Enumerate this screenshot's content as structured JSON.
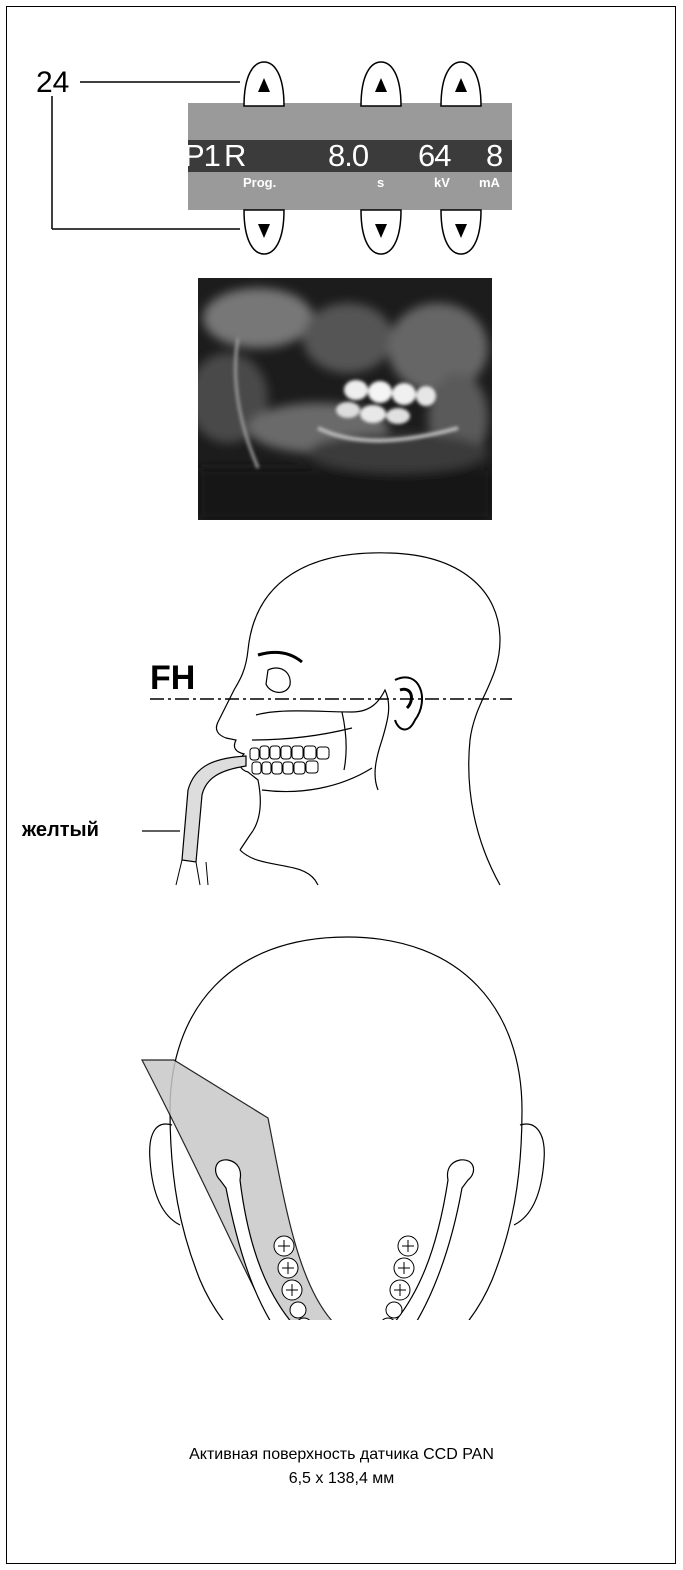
{
  "panel": {
    "reference_number": "24",
    "display": {
      "program": "P1",
      "side": "R",
      "time": "8.0",
      "voltage": "64",
      "current": "8"
    },
    "units": {
      "program": "Prog.",
      "time": "s",
      "voltage": "kV",
      "current": "mA"
    },
    "buttons": {
      "up_icon": "triangle-up",
      "down_icon": "triangle-down"
    }
  },
  "profile": {
    "plane_label": "FH",
    "bite_block_label": "желтый"
  },
  "caption": {
    "line1": "Активная поверхность датчика CCD PAN",
    "line2": "6,5 x 138,4 мм"
  }
}
